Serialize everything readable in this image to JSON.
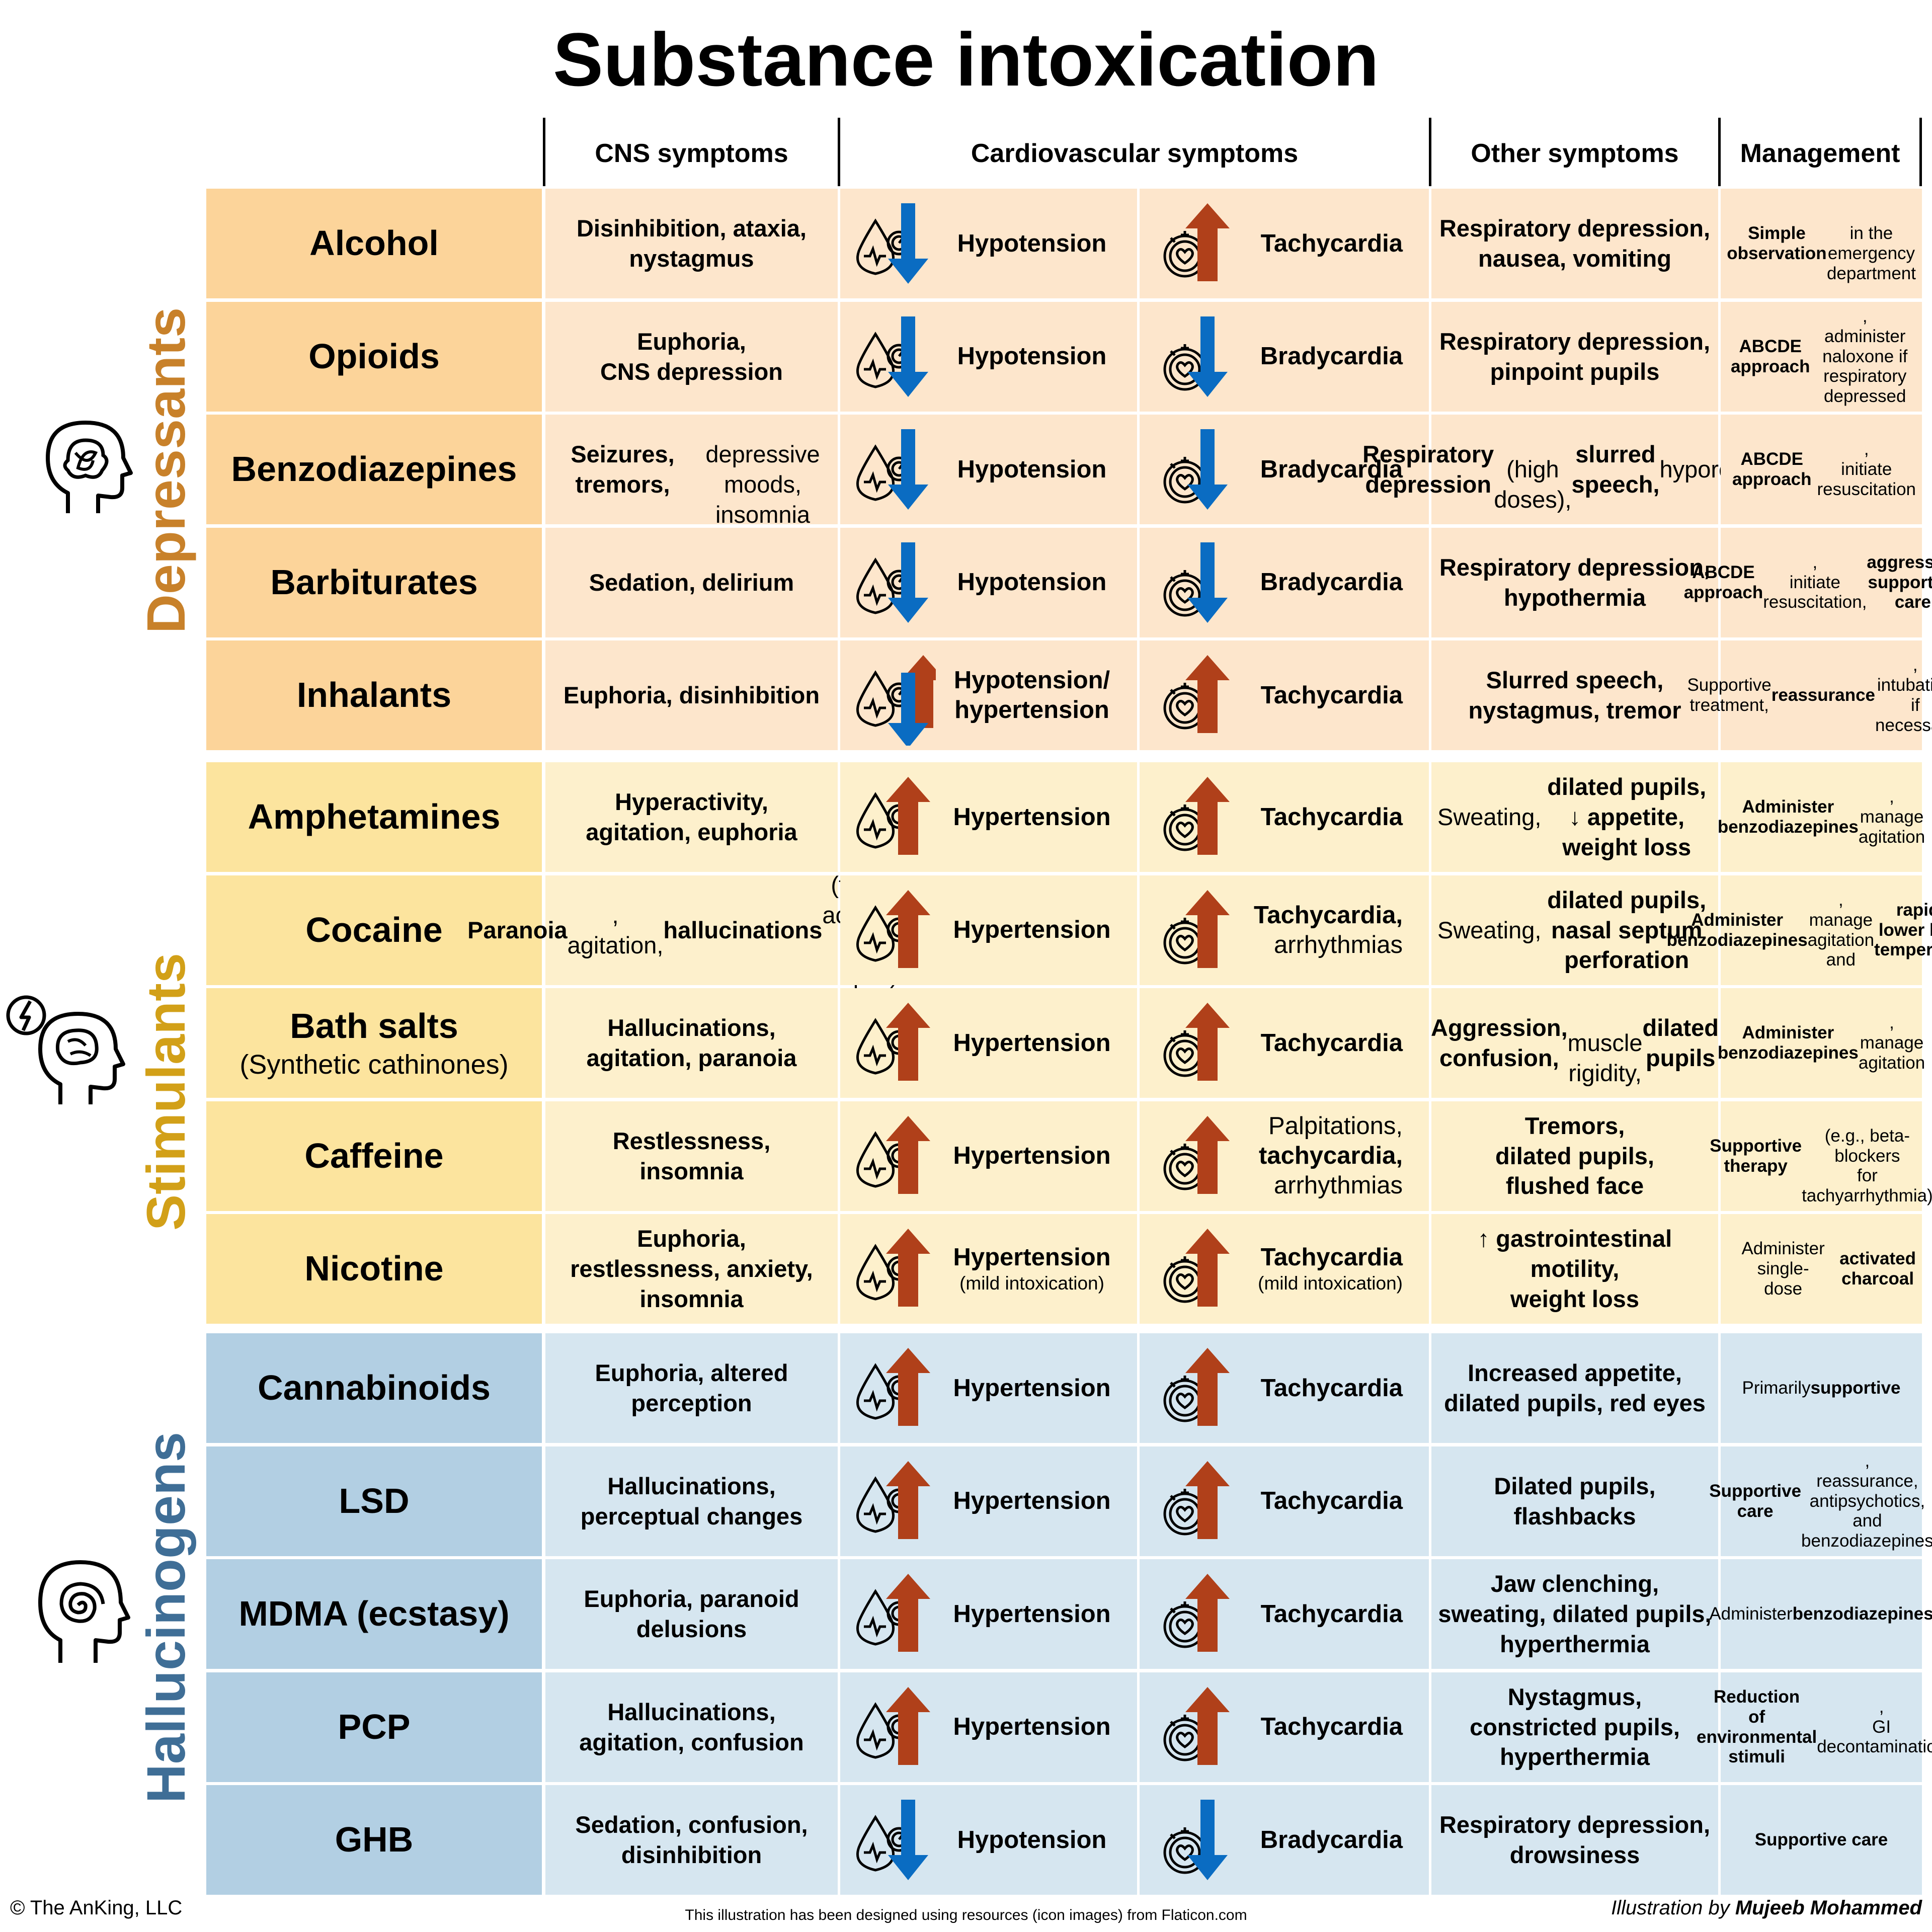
{
  "title": "Substance intoxication",
  "headers": {
    "cns": "CNS symptoms",
    "cardiovascular": "Cardiovascular symptoms",
    "other": "Other symptoms",
    "management": "Management"
  },
  "groups": [
    {
      "label": "Depressants",
      "color": "#c8812a",
      "icon": "brain-tangle-head-icon"
    },
    {
      "label": "Stimulants",
      "color": "#d2a018",
      "icon": "brain-lightning-head-icon"
    },
    {
      "label": "Hallucinogens",
      "color": "#3f6e96",
      "icon": "spiral-head-icon"
    }
  ],
  "colors": {
    "depressant_name_bg": "#fcd49a",
    "depressant_cell_bg": "#fde6cc",
    "stimulant_name_bg": "#fce49e",
    "stimulant_cell_bg": "#fdf0cc",
    "hallucinogen_name_bg": "#b2cfe3",
    "hallucinogen_cell_bg": "#d6e6f0",
    "arrow_up": "#b0401a",
    "arrow_down": "#0a6cc2"
  },
  "rows": [
    {
      "group": 0,
      "name": "Alcohol",
      "name_sub": "",
      "cns": "<b>Disinhibition, ataxia,<br>nystagmus</b>",
      "bp": "<b>Hypotension</b>",
      "bp_dir": "down",
      "hr": "<b>Tachycardia</b>",
      "hr_dir": "up",
      "other": "<b>Respiratory depression,<br>nausea, vomiting</b>",
      "mgmt": "<b>Simple observation</b><br>in the emergency<br>department"
    },
    {
      "group": 0,
      "name": "Opioids",
      "name_sub": "",
      "cns": "<b>Euphoria,<br>CNS depression</b>",
      "bp": "<b>Hypotension</b>",
      "bp_dir": "down",
      "hr": "<b>Bradycardia</b>",
      "hr_dir": "down",
      "other": "<b>Respiratory depression,<br>pinpoint pupils</b>",
      "mgmt": "<b>ABCDE approach</b>,<br>administer naloxone if<br>respiratory depressed"
    },
    {
      "group": 0,
      "name": "Benzodiazepines",
      "name_sub": "",
      "cns": "<b>Seizures, tremors,</b><br>depressive moods,<br>insomnia",
      "bp": "<b>Hypotension</b>",
      "bp_dir": "down",
      "hr": "<b>Bradycardia</b>",
      "hr_dir": "down",
      "other": "<b>Respiratory depression</b><br>(high doses), <b>slurred<br>speech,</b> hyporeflexia",
      "mgmt": "<b>ABCDE approach</b>,<br>initiate resuscitation"
    },
    {
      "group": 0,
      "name": "Barbiturates",
      "name_sub": "",
      "cns": "<b>Sedation, delirium</b>",
      "bp": "<b>Hypotension</b>",
      "bp_dir": "down",
      "hr": "<b>Bradycardia</b>",
      "hr_dir": "down",
      "other": "<b>Respiratory depression,<br>hypothermia</b>",
      "mgmt": "<b>ABCDE approach</b>,<br>initiate resuscitation,<br><b>aggressive<br>supportive care</b>"
    },
    {
      "group": 0,
      "name": "Inhalants",
      "name_sub": "",
      "cns": "<b>Euphoria, disinhibition</b>",
      "bp": "<b>Hypotension/<br>hypertension</b>",
      "bp_dir": "both",
      "hr": "<b>Tachycardia</b>",
      "hr_dir": "up",
      "other": "<b>Slurred speech,<br>nystagmus, tremor</b>",
      "mgmt": "Supportive treatment,<br><b>reassurance</b>,<br>intubation if<br>necessary"
    },
    {
      "group": 1,
      "name": "Amphetamines",
      "name_sub": "",
      "cns": "<b>Hyperactivity,<br>agitation, euphoria</b>",
      "bp": "<b>Hypertension</b>",
      "bp_dir": "up",
      "hr": "<b>Tachycardia</b>",
      "hr_dir": "up",
      "other": "Sweating, <b>dilated pupils,<br>↓ appetite, weight loss</b>",
      "mgmt": "<b>Administer<br>benzodiazepines</b>,<br>manage agitation"
    },
    {
      "group": 1,
      "name": "Cocaine",
      "name_sub": "",
      "cns": "<b>Paranoia</b>, agitation,<br><b>hallucinations</b> (tactile,<br>acoustic, and optic)",
      "bp": "<b>Hypertension</b>",
      "bp_dir": "up",
      "hr": "<b>Tachycardia,</b><br><span class=\"norm\">arrhythmias</span>",
      "hr_dir": "up",
      "other": "Sweating, <b>dilated pupils,<br>nasal septum perforation</b>",
      "mgmt": "<b>Administer<br>benzodiazepines</b>,<br>manage agitation and<br><b>rapidly lower body<br>temperature</b>"
    },
    {
      "group": 1,
      "name": "Bath salts",
      "name_sub": "(Synthetic cathinones)",
      "cns": "<b>Hallucinations,<br>agitation, paranoia</b>",
      "bp": "<b>Hypertension</b>",
      "bp_dir": "up",
      "hr": "<b>Tachycardia</b>",
      "hr_dir": "up",
      "other": "<b>Aggression, confusion,</b><br>muscle rigidity,<br><b>dilated pupils</b>",
      "mgmt": "<b>Administer<br>benzodiazepines</b>,<br>manage agitation"
    },
    {
      "group": 1,
      "name": "Caffeine",
      "name_sub": "",
      "cns": "<b>Restlessness,<br>insomnia</b>",
      "bp": "<b>Hypertension</b>",
      "bp_dir": "up",
      "hr": "<span class=\"norm\">Palpitations,</span><br>tachycardia,<br><span class=\"norm\">arrhythmias</span>",
      "hr_dir": "up",
      "other": "<b>Tremors,<br>dilated pupils,<br>flushed face</b>",
      "mgmt": "<b>Supportive therapy</b><br>(e.g., beta-blockers<br>for tachyarrhythmia)"
    },
    {
      "group": 1,
      "name": "Nicotine",
      "name_sub": "",
      "cns": "<b>Euphoria,<br>restlessness, anxiety,<br>insomnia</b>",
      "bp": "<b>Hypertension</b><span class=\"small\">(mild intoxication)</span>",
      "bp_dir": "up",
      "hr": "<b>Tachycardia</b><span class=\"small\">(mild intoxication)</span>",
      "hr_dir": "up",
      "other": "<b>↑ gastrointestinal motility,<br>weight loss</b>",
      "mgmt": "Administer single-<br>dose <b>activated<br>charcoal</b>"
    },
    {
      "group": 2,
      "name": "Cannabinoids",
      "name_sub": "",
      "cns": "<b>Euphoria, altered<br>perception</b>",
      "bp": "<b>Hypertension</b>",
      "bp_dir": "up",
      "hr": "<b>Tachycardia</b>",
      "hr_dir": "up",
      "other": "<b>Increased appetite,<br>dilated pupils, red eyes</b>",
      "mgmt": "Primarily <b>supportive</b>"
    },
    {
      "group": 2,
      "name": "LSD",
      "name_sub": "",
      "cns": "<b>Hallucinations,<br>perceptual changes</b>",
      "bp": "<b>Hypertension</b>",
      "bp_dir": "up",
      "hr": "<b>Tachycardia</b>",
      "hr_dir": "up",
      "other": "<b>Dilated pupils,<br>flashbacks</b>",
      "mgmt": "<b>Supportive care</b>,<br>reassurance,<br>antipsychotics, and<br>benzodiazepines"
    },
    {
      "group": 2,
      "name": "MDMA (ecstasy)",
      "name_sub": "",
      "cns": "<b>Euphoria, paranoid<br>delusions</b>",
      "bp": "<b>Hypertension</b>",
      "bp_dir": "up",
      "hr": "<b>Tachycardia</b>",
      "hr_dir": "up",
      "other": "<b>Jaw clenching,<br>sweating, dilated pupils,<br>hyperthermia</b>",
      "mgmt": "Administer<br><b>benzodiazepines</b>"
    },
    {
      "group": 2,
      "name": "PCP",
      "name_sub": "",
      "cns": "<b>Hallucinations,<br>agitation, confusion</b>",
      "bp": "<b>Hypertension</b>",
      "bp_dir": "up",
      "hr": "<b>Tachycardia</b>",
      "hr_dir": "up",
      "other": "<b>Nystagmus,<br>constricted pupils,<br>hyperthermia</b>",
      "mgmt": "<b>Reduction<br>of environmental<br>stimuli</b>,<br>GI decontamination"
    },
    {
      "group": 2,
      "name": "GHB",
      "name_sub": "",
      "cns": "<b>Sedation, confusion,<br>disinhibition</b>",
      "bp": "<b>Hypotension</b>",
      "bp_dir": "down",
      "hr": "<b>Bradycardia</b>",
      "hr_dir": "down",
      "other": "<b>Respiratory depression,<br>drowsiness</b>",
      "mgmt": "<b>Supportive care</b>"
    }
  ],
  "footer": {
    "copyright": "© The AnKing, LLC",
    "credit": "This illustration has been designed using resources (icon images) from Flaticon.com",
    "illustration_prefix": "Illustration by ",
    "illustrator": "Mujeeb Mohammed"
  }
}
